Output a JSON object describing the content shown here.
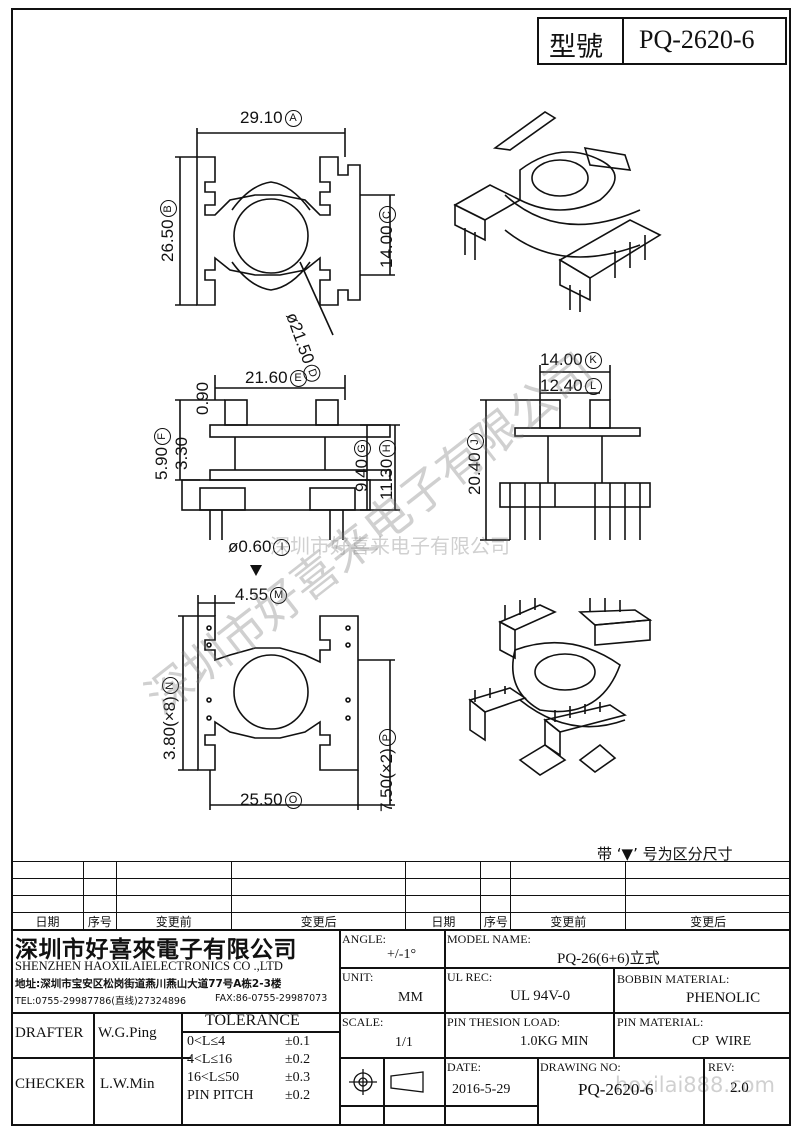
{
  "title": {
    "label": "型號",
    "model": "PQ-2620-6"
  },
  "dims": {
    "a": {
      "value": "29.10",
      "mark": "A"
    },
    "b": {
      "value": "26.50",
      "mark": "B"
    },
    "c": {
      "value": "14.00",
      "mark": "C"
    },
    "d": {
      "value": "ø21.50",
      "mark": "D"
    },
    "e": {
      "value": "21.60",
      "mark": "E"
    },
    "f": {
      "value": "5.90",
      "mark": "F"
    },
    "f2": {
      "value": "0.90"
    },
    "f3": {
      "value": "3.30"
    },
    "g": {
      "value": "9.40",
      "mark": "G"
    },
    "h": {
      "value": "11.30",
      "mark": "H"
    },
    "i": {
      "value": "ø0.60",
      "mark": "I"
    },
    "j": {
      "value": "20.40",
      "mark": "J"
    },
    "k": {
      "value": "14.00",
      "mark": "K"
    },
    "l": {
      "value": "12.40",
      "mark": "L"
    },
    "m": {
      "value": "4.55",
      "mark": "M"
    },
    "n": {
      "value": "3.80(×8)",
      "mark": "N"
    },
    "o": {
      "value": "25.50",
      "mark": "O"
    },
    "p": {
      "value": "7.50(×2)",
      "mark": "P"
    }
  },
  "note": "带 ‘▼’ 号为区分尺寸",
  "watermark": {
    "diag": "深圳市好喜来电子有限公司",
    "horiz": "深圳市好喜来电子有限公司",
    "url": "hoxilai888.com"
  },
  "revision": {
    "h1": "日期",
    "h2": "序号",
    "h3": "变更前",
    "h4": "变更后",
    "h5": "日期",
    "h6": "序号",
    "h7": "变更前",
    "h8": "变更后"
  },
  "company": {
    "cn": "深圳市好喜來電子有限公司",
    "en": "SHENZHEN HAOXILAIELECTRONICS CO .,LTD",
    "addr": "地址:深圳市宝安区松岗街道燕川燕山大道77号A栋2-3楼",
    "tel": "TEL:0755-29987786(直线)27324896",
    "fax": "FAX:86-0755-29987073"
  },
  "block": {
    "angle_label": "ANGLE:",
    "angle": "+/-1°",
    "model_label": "MODEL NAME:",
    "model": "PQ-26(6+6)立式",
    "unit_label": "UNIT:",
    "unit": "MM",
    "ulrec_label": "UL REC:",
    "ulrec": "UL 94V-0",
    "bobbin_label": "BOBBIN MATERIAL:",
    "bobbin": "PHENOLIC",
    "scale_label": "SCALE:",
    "scale": "1/1",
    "pinload_label": "PIN THESION LOAD:",
    "pinload": "1.0KG MIN",
    "pinmat_label": "PIN MATERIAL:",
    "pinmat": "CP  WIRE",
    "date_label": "DATE:",
    "date": "2016-5-29",
    "dwg_label": "DRAWING NO:",
    "dwg": "PQ-2620-6",
    "rev_label": "REV:",
    "rev": "2.0",
    "drafter_label": "DRAFTER",
    "drafter": "W.G.Ping",
    "checker_label": "CHECKER",
    "checker": "L.W.Min",
    "tol_label": "TOLERANCE",
    "tol1": "0<L≤4",
    "tol1v": "±0.1",
    "tol2": "4<L≤16",
    "tol2v": "±0.2",
    "tol3": "16<L≤50",
    "tol3v": "±0.3",
    "tol4": "PIN PITCH",
    "tol4v": "±0.2"
  }
}
